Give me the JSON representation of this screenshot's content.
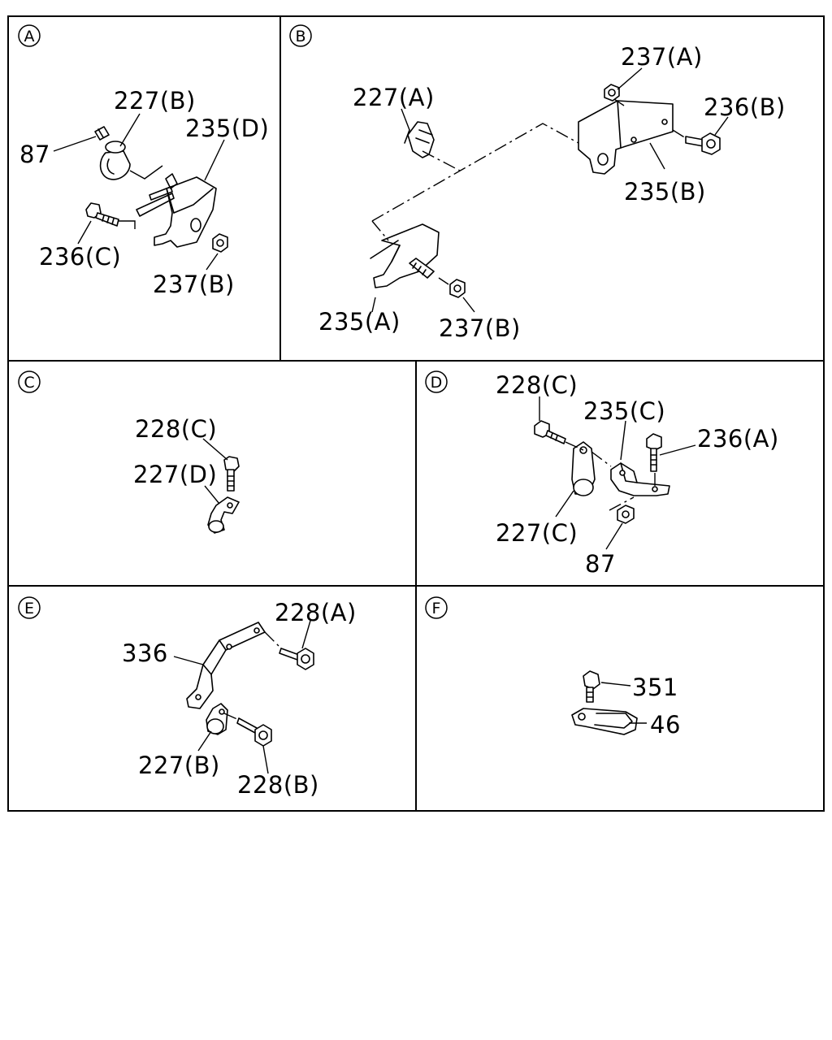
{
  "sections": {
    "A": {
      "badge": "A",
      "labels": {
        "l87": "87",
        "l227b": "227(B)",
        "l235d": "235(D)",
        "l236c": "236(C)",
        "l237b": "237(B)"
      }
    },
    "B": {
      "badge": "B",
      "labels": {
        "l227a": "227(A)",
        "l237a": "237(A)",
        "l236b": "236(B)",
        "l235b": "235(B)",
        "l235a": "235(A)",
        "l237b": "237(B)"
      }
    },
    "C": {
      "badge": "C",
      "labels": {
        "l228c": "228(C)",
        "l227d": "227(D)"
      }
    },
    "D": {
      "badge": "D",
      "labels": {
        "l228c": "228(C)",
        "l235c": "235(C)",
        "l236a": "236(A)",
        "l227c": "227(C)",
        "l87": "87"
      }
    },
    "E": {
      "badge": "E",
      "labels": {
        "l228a": "228(A)",
        "l336": "336",
        "l227b": "227(B)",
        "l228b": "228(B)"
      }
    },
    "F": {
      "badge": "F",
      "labels": {
        "l351": "351",
        "l46": "46"
      }
    }
  }
}
